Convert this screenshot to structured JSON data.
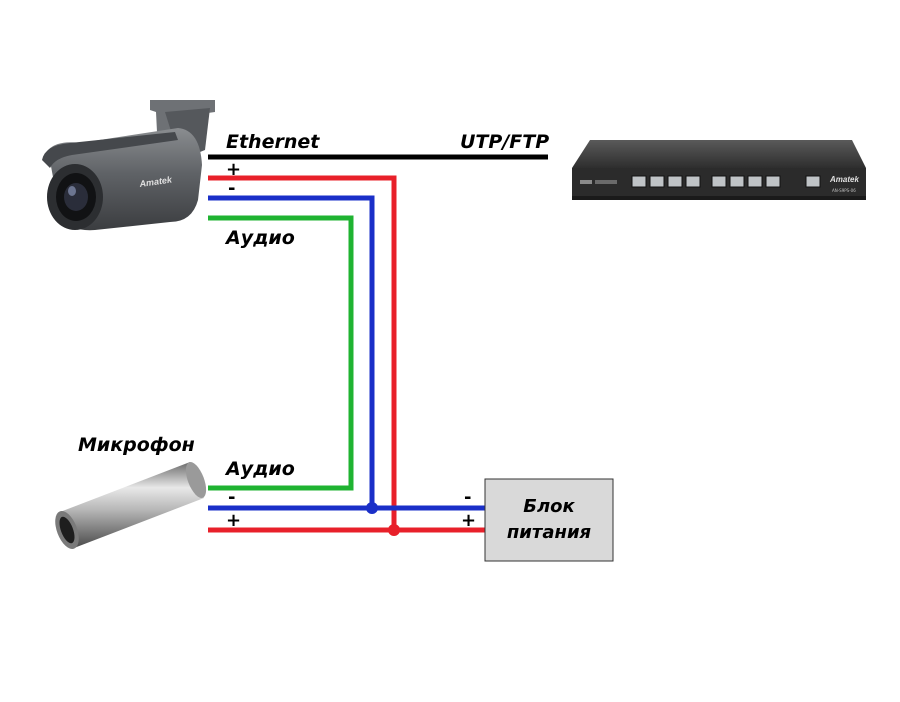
{
  "labels": {
    "ethernet": "Ethernet",
    "utp_ftp": "UTP/FTP",
    "audio_top": "Аудио",
    "audio_bottom": "Аудио",
    "microphone": "Микрофон",
    "plus_top": "+",
    "minus_top": "-",
    "minus_mic": "-",
    "plus_mic": "+",
    "minus_psu": "-",
    "plus_psu": "+"
  },
  "psu": {
    "line1": "Блок",
    "line2": "питания"
  },
  "brand": {
    "camera": "Amatek",
    "switch": "Amatek",
    "switch_model": "AN-S9PS-06"
  },
  "colors": {
    "ethernet": "#000000",
    "power_plus": "#e8202a",
    "power_minus": "#1a2fc8",
    "audio": "#1fb331",
    "psu_fill": "#d9d9d9"
  },
  "icons": [
    "camera-icon",
    "network-switch-icon",
    "microphone-icon"
  ]
}
